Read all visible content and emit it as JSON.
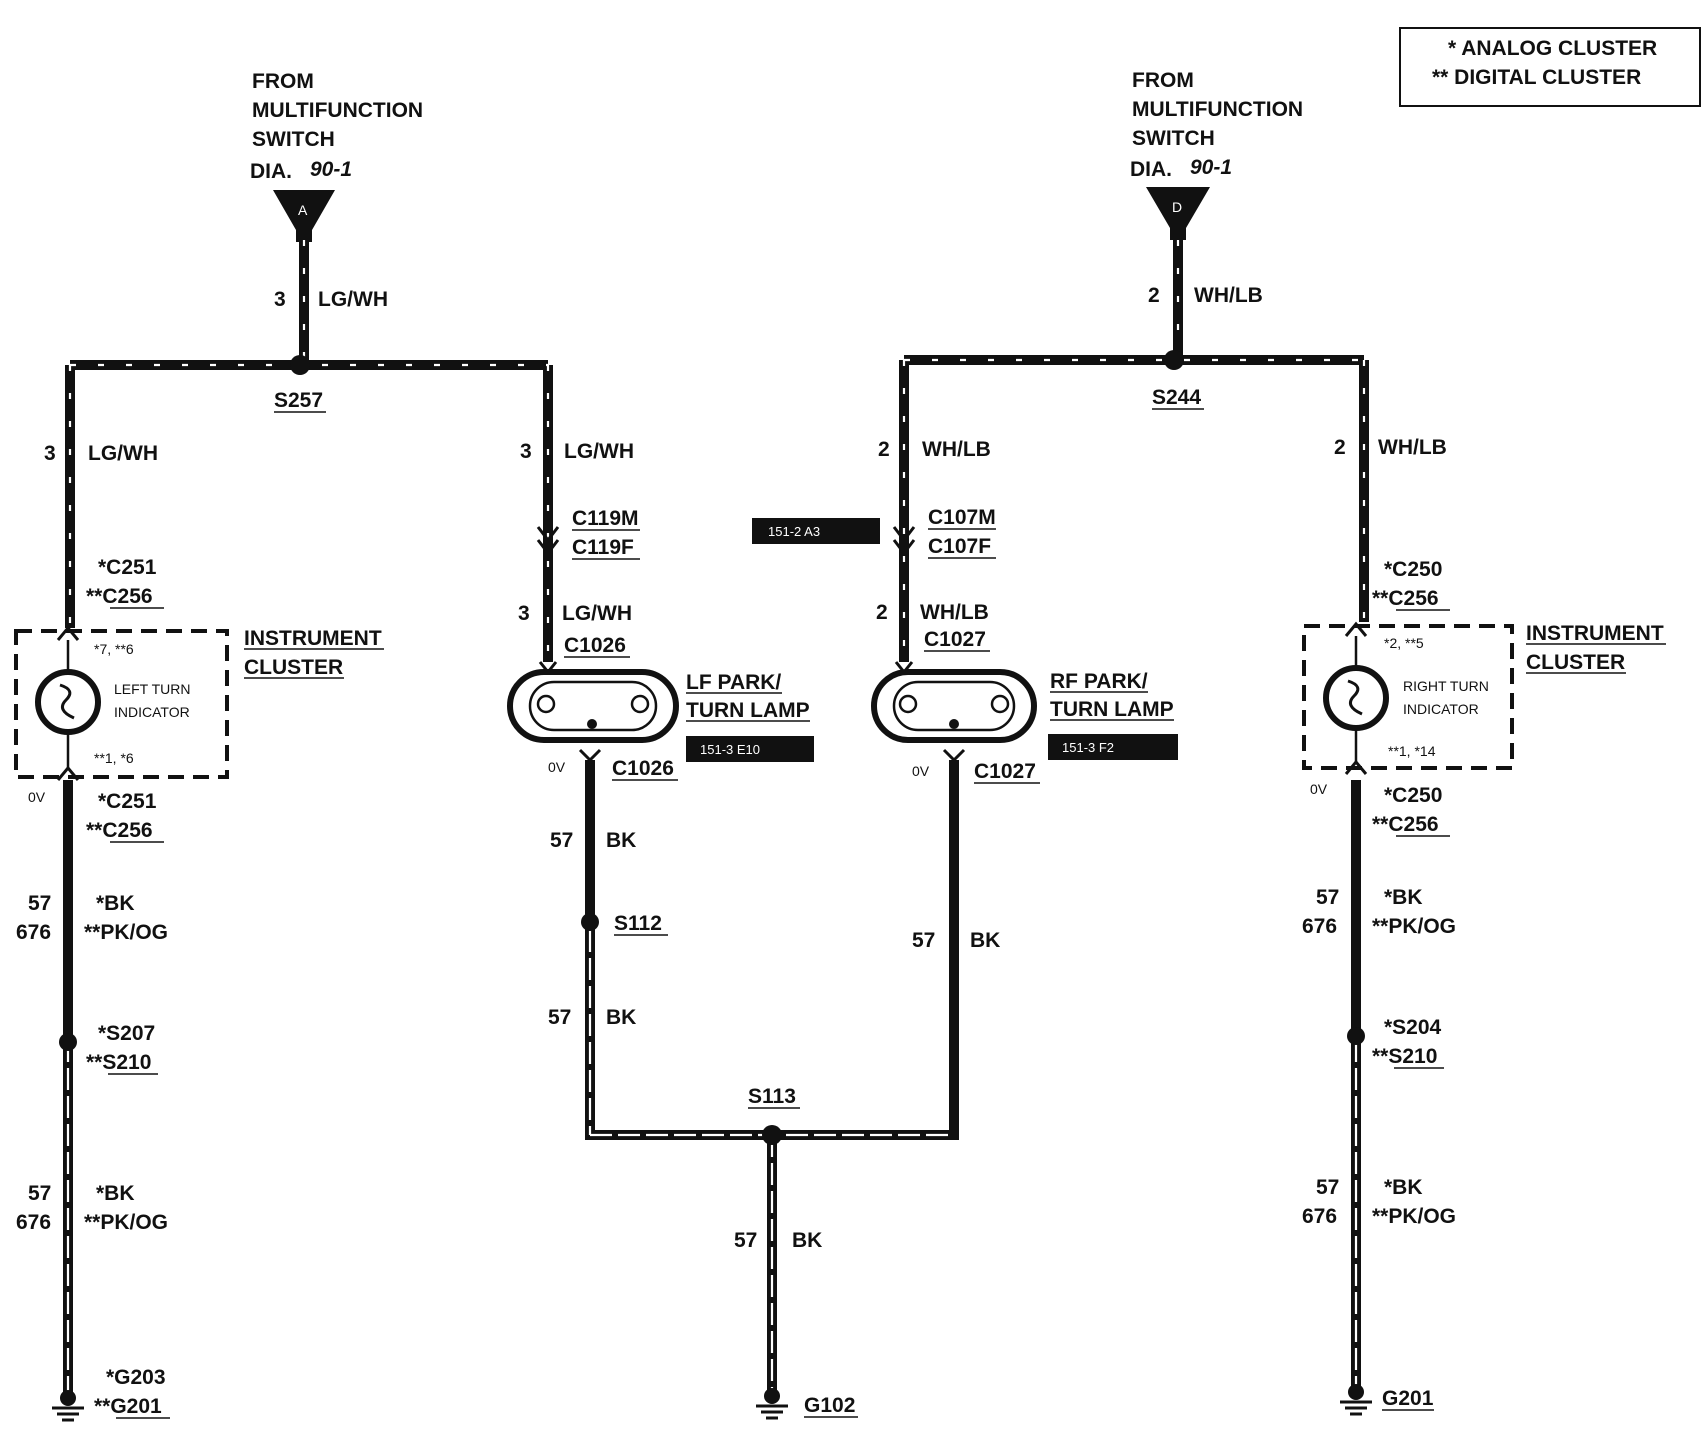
{
  "legend": {
    "analog": "* ANALOG CLUSTER",
    "digital": "** DIGITAL CLUSTER"
  },
  "sources": [
    {
      "line1": "FROM",
      "line2": "MULTIFUNCTION",
      "line3": "SWITCH",
      "dia_label": "DIA.",
      "dia_ref": "90-1",
      "letter": "A"
    },
    {
      "line1": "FROM",
      "line2": "MULTIFUNCTION",
      "line3": "SWITCH",
      "dia_label": "DIA.",
      "dia_ref": "90-1",
      "letter": "D"
    }
  ],
  "wires": {
    "top_left": {
      "circuit": "3",
      "color": "LG/WH"
    },
    "top_right": {
      "circuit": "2",
      "color": "WH/LB"
    },
    "left_branch": {
      "circuit": "3",
      "color": "LG/WH"
    },
    "lf_branch": {
      "circuit": "3",
      "color": "LG/WH"
    },
    "lf_lower": {
      "circuit": "3",
      "color": "LG/WH"
    },
    "rf_branch": {
      "circuit": "2",
      "color": "WH/LB"
    },
    "rf_lower": {
      "circuit": "2",
      "color": "WH/LB"
    },
    "right_branch": {
      "circuit": "2",
      "color": "WH/LB"
    },
    "left_ground_upper": {
      "circuit_a": "57",
      "circuit_b": "676",
      "color_a": "*BK",
      "color_b": "**PK/OG"
    },
    "left_ground_lower": {
      "circuit_a": "57",
      "circuit_b": "676",
      "color_a": "*BK",
      "color_b": "**PK/OG"
    },
    "right_ground_upper": {
      "circuit_a": "57",
      "circuit_b": "676",
      "color_a": "*BK",
      "color_b": "**PK/OG"
    },
    "right_ground_lower": {
      "circuit_a": "57",
      "circuit_b": "676",
      "color_a": "*BK",
      "color_b": "**PK/OG"
    },
    "lf_ground_upper": {
      "circuit": "57",
      "color": "BK"
    },
    "lf_ground_lower": {
      "circuit": "57",
      "color": "BK"
    },
    "rf_ground": {
      "circuit": "57",
      "color": "BK"
    },
    "center_ground": {
      "circuit": "57",
      "color": "BK"
    }
  },
  "splices": {
    "s257": "S257",
    "s244": "S244",
    "s112": "S112",
    "s113": "S113",
    "left_a": "*S207",
    "left_b": "**S210",
    "right_a": "*S204",
    "right_b": "**S210"
  },
  "connectors": {
    "c119m": "C119M",
    "c119f": "C119F",
    "c107m": "C107M",
    "c107f": "C107F",
    "c1026": "C1026",
    "c1027": "C1027",
    "left_top_a": "*C251",
    "left_top_b": "**C256",
    "left_bottom_a": "*C251",
    "left_bottom_b": "**C256",
    "right_top_a": "*C250",
    "right_top_b": "**C256",
    "right_bottom_a": "*C250",
    "right_bottom_b": "**C256"
  },
  "refs": {
    "c107": "151-2 A3"
  },
  "lamps": [
    {
      "title_line1": "LF PARK/",
      "title_line2": "TURN LAMP",
      "ref": "151-3 E10"
    },
    {
      "title_line1": "RF PARK/",
      "title_line2": "TURN LAMP",
      "ref": "151-3 F2"
    }
  ],
  "left_cluster": {
    "title_line1": "INSTRUMENT",
    "title_line2": "CLUSTER",
    "indicator_line1": "LEFT TURN",
    "indicator_line2": "INDICATOR",
    "pin_top": "*7, **6",
    "pin_bottom": "**1, *6"
  },
  "right_cluster": {
    "title_line1": "INSTRUMENT",
    "title_line2": "CLUSTER",
    "indicator_line1": "RIGHT TURN",
    "indicator_line2": "INDICATOR",
    "pin_top": "*2, **5",
    "pin_bottom": "**1, *14"
  },
  "voltages": {
    "lf": "0V",
    "rf": "0V",
    "left": "0V",
    "right": "0V"
  },
  "grounds": {
    "left_a": "*G203",
    "left_b": "**G201",
    "center": "G102",
    "right": "G201"
  }
}
